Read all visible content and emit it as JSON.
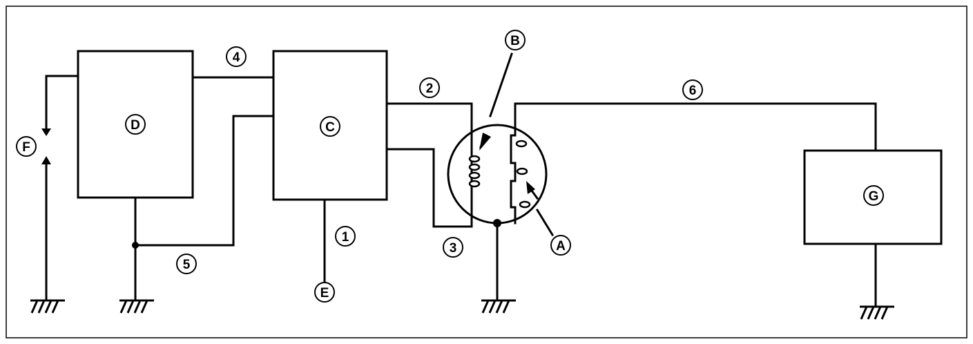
{
  "labels": {
    "A": "A",
    "B": "B",
    "C": "C",
    "D": "D",
    "E": "E",
    "F": "F",
    "G": "G",
    "n1": "1",
    "n2": "2",
    "n3": "3",
    "n4": "4",
    "n5": "5",
    "n6": "6"
  },
  "colors": {
    "line": "#000000",
    "background": "#ffffff"
  }
}
